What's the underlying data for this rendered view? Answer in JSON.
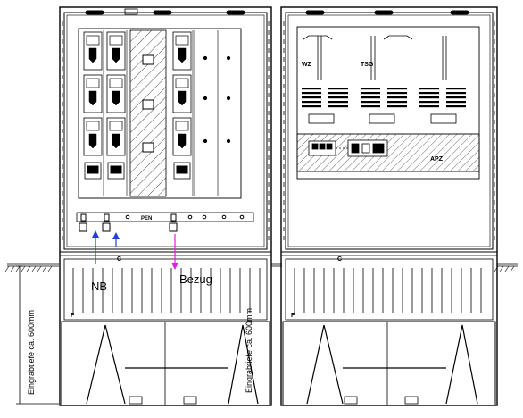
{
  "labels": {
    "wz": "WZ",
    "tsg": "TSG",
    "pen": "PEN",
    "apz": "APZ",
    "c_left": "C",
    "c_right": "C",
    "nb": "NB",
    "bezug": "Bezug",
    "f_left": "F",
    "f_right": "F",
    "depth_left": "Eingrabtiefe ca. 600mm",
    "depth_right": "Eingrabtiefe ca. 600mm"
  },
  "colors": {
    "line": "#000000",
    "blue_arrow": "#1f3fd6",
    "magenta_arrow": "#e020e0"
  }
}
